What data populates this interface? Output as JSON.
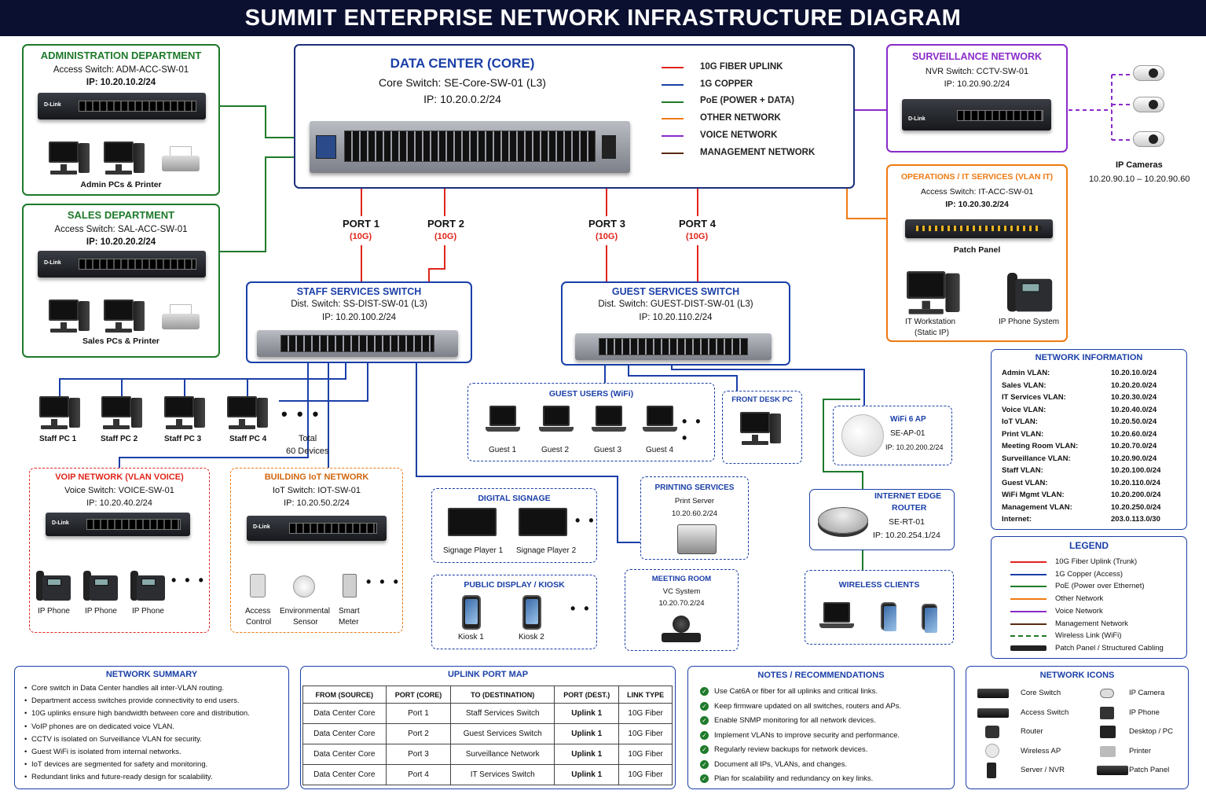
{
  "title": "SUMMIT ENTERPRISE NETWORK INFRASTRUCTURE DIAGRAM",
  "colors": {
    "fiber": "#e0241b",
    "copper": "#1a3fa8",
    "poe": "#1e7a2a",
    "other": "#f07a12",
    "voice": "#8a2bc9",
    "mgmt": "#5a2a12",
    "navy": "#1b2f7a"
  },
  "admin": {
    "title": "ADMINISTRATION DEPARTMENT",
    "switch": "Access Switch: ADM-ACC-SW-01",
    "ip": "IP: 10.20.10.2/24",
    "caption": "Admin PCs & Printer",
    "brand": "D-Link"
  },
  "sales": {
    "title": "SALES DEPARTMENT",
    "switch": "Access Switch: SAL-ACC-SW-01",
    "ip": "IP: 10.20.20.2/24",
    "caption": "Sales PCs & Printer",
    "brand": "D-Link"
  },
  "core": {
    "title": "DATA CENTER (CORE)",
    "switch": "Core Switch: SE-Core-SW-01 (L3)",
    "ip": "IP: 10.20.0.2/24"
  },
  "core_legend": [
    "10G FIBER UPLINK",
    "1G COPPER",
    "PoE (POWER + DATA)",
    "OTHER NETWORK",
    "VOICE NETWORK",
    "MANAGEMENT NETWORK"
  ],
  "ports": [
    {
      "name": "PORT 1",
      "speed": "(10G)"
    },
    {
      "name": "PORT 2",
      "speed": "(10G)"
    },
    {
      "name": "PORT 3",
      "speed": "(10G)"
    },
    {
      "name": "PORT 4",
      "speed": "(10G)"
    }
  ],
  "surveillance": {
    "title": "SURVEILLANCE NETWORK",
    "switch": "NVR Switch: CCTV-SW-01",
    "ip": "IP: 10.20.90.2/24",
    "cam_label": "IP Cameras",
    "cam_range": "10.20.90.10 – 10.20.90.60",
    "brand": "D-Link"
  },
  "operations": {
    "title": "OPERATIONS / IT SERVICES (VLAN IT)",
    "switch": "Access Switch: IT-ACC-SW-01",
    "ip": "IP: 10.20.30.2/24",
    "patch": "Patch Panel",
    "ws1": "IT Workstation",
    "ws2": "(Static IP)",
    "phone": "IP Phone System"
  },
  "staff_sw": {
    "title": "STAFF SERVICES SWITCH",
    "switch": "Dist. Switch: SS-DIST-SW-01 (L3)",
    "ip": "IP: 10.20.100.2/24"
  },
  "guest_sw": {
    "title": "GUEST SERVICES SWITCH",
    "switch": "Dist. Switch: GUEST-DIST-SW-01 (L3)",
    "ip": "IP: 10.20.110.2/24"
  },
  "staff_pcs": [
    "Staff PC 1",
    "Staff PC 2",
    "Staff PC 3",
    "Staff PC 4"
  ],
  "staff_total": "Total",
  "staff_total2": "60 Devices",
  "guest_users": {
    "title": "GUEST USERS (WiFi)",
    "items": [
      "Guest 1",
      "Guest 2",
      "Guest 3",
      "Guest 4"
    ]
  },
  "front_desk": "FRONT DESK PC",
  "ap": {
    "title": "WiFi 6 AP",
    "name": "SE-AP-01",
    "ip": "IP: 10.20.200.2/24"
  },
  "voip": {
    "title": "VOIP NETWORK (VLAN VOICE)",
    "switch": "Voice Switch: VOICE-SW-01",
    "ip": "IP: 10.20.40.2/24",
    "phones": [
      "IP Phone",
      "IP Phone",
      "IP Phone"
    ],
    "brand": "D-Link"
  },
  "iot": {
    "title": "BUILDING IoT NETWORK",
    "switch": "IoT Switch: IOT-SW-01",
    "ip": "IP: 10.20.50.2/24",
    "d1a": "Access",
    "d1b": "Control",
    "d2a": "Environmental",
    "d2b": "Sensor",
    "d3a": "Smart",
    "d3b": "Meter",
    "brand": "D-Link"
  },
  "signage": {
    "title": "DIGITAL SIGNAGE",
    "p1": "Signage Player 1",
    "p2": "Signage Player 2"
  },
  "kiosk": {
    "title": "PUBLIC DISPLAY / KIOSK",
    "k1": "Kiosk 1",
    "k2": "Kiosk 2"
  },
  "printing": {
    "title": "PRINTING SERVICES",
    "server": "Print Server",
    "ip": "10.20.60.2/24"
  },
  "meeting": {
    "title": "MEETING ROOM",
    "vc": "VC System",
    "ip": "10.20.70.2/24"
  },
  "router": {
    "title1": "INTERNET EDGE",
    "title2": "ROUTER",
    "name": "SE-RT-01",
    "ip": "IP: 10.20.254.1/24"
  },
  "wireless": {
    "title": "WIRELESS CLIENTS"
  },
  "netinfo": {
    "title": "NETWORK INFORMATION",
    "rows": [
      [
        "Admin VLAN:",
        "10.20.10.0/24"
      ],
      [
        "Sales VLAN:",
        "10.20.20.0/24"
      ],
      [
        "IT Services VLAN:",
        "10.20.30.0/24"
      ],
      [
        "Voice VLAN:",
        "10.20.40.0/24"
      ],
      [
        "IoT VLAN:",
        "10.20.50.0/24"
      ],
      [
        "Print VLAN:",
        "10.20.60.0/24"
      ],
      [
        "Meeting Room VLAN:",
        "10.20.70.0/24"
      ],
      [
        "Surveillance VLAN:",
        "10.20.90.0/24"
      ],
      [
        "Staff VLAN:",
        "10.20.100.0/24"
      ],
      [
        "Guest VLAN:",
        "10.20.110.0/24"
      ],
      [
        "WiFi Mgmt VLAN:",
        "10.20.200.0/24"
      ],
      [
        "Management VLAN:",
        "10.20.250.0/24"
      ],
      [
        "Internet:",
        "203.0.113.0/30"
      ]
    ]
  },
  "legend": {
    "title": "LEGEND",
    "items": [
      "10G Fiber Uplink (Trunk)",
      "1G Copper (Access)",
      "PoE (Power over Ethernet)",
      "Other Network",
      "Voice Network",
      "Management Network",
      "Wireless Link (WiFi)",
      "Patch Panel / Structured Cabling"
    ]
  },
  "summary": {
    "title": "NETWORK SUMMARY",
    "items": [
      "Core switch in Data Center handles all inter-VLAN routing.",
      "Department access switches provide connectivity to end users.",
      "10G uplinks ensure high bandwidth between core and distribution.",
      "VoIP phones are on dedicated voice VLAN.",
      "CCTV is isolated on Surveillance VLAN for security.",
      "Guest WiFi is isolated from internal networks.",
      "IoT devices are segmented for safety and monitoring.",
      "Redundant links and future-ready design for scalability."
    ]
  },
  "uplink": {
    "title": "UPLINK PORT MAP",
    "headers": [
      "FROM (SOURCE)",
      "PORT (CORE)",
      "TO (DESTINATION)",
      "PORT (DEST.)",
      "LINK TYPE"
    ],
    "rows": [
      [
        "Data Center Core",
        "Port 1",
        "Staff Services Switch",
        "Uplink 1",
        "10G Fiber"
      ],
      [
        "Data Center Core",
        "Port 2",
        "Guest Services Switch",
        "Uplink 1",
        "10G Fiber"
      ],
      [
        "Data Center Core",
        "Port 3",
        "Surveillance Network",
        "Uplink 1",
        "10G Fiber"
      ],
      [
        "Data Center Core",
        "Port 4",
        "IT Services Switch",
        "Uplink 1",
        "10G Fiber"
      ]
    ]
  },
  "notes": {
    "title": "NOTES / RECOMMENDATIONS",
    "items": [
      "Use Cat6A or fiber for all uplinks and critical links.",
      "Keep firmware updated on all switches, routers and APs.",
      "Enable SNMP monitoring for all network devices.",
      "Implement VLANs to improve security and performance.",
      "Regularly review backups for network devices.",
      "Document all IPs, VLANs, and changes.",
      "Plan for scalability and redundancy on key links."
    ]
  },
  "icons": {
    "title": "NETWORK ICONS",
    "items": [
      "Core Switch",
      "IP Camera",
      "Access Switch",
      "IP Phone",
      "Router",
      "Desktop / PC",
      "Wireless AP",
      "Printer",
      "Server / NVR",
      "Patch Panel"
    ]
  }
}
